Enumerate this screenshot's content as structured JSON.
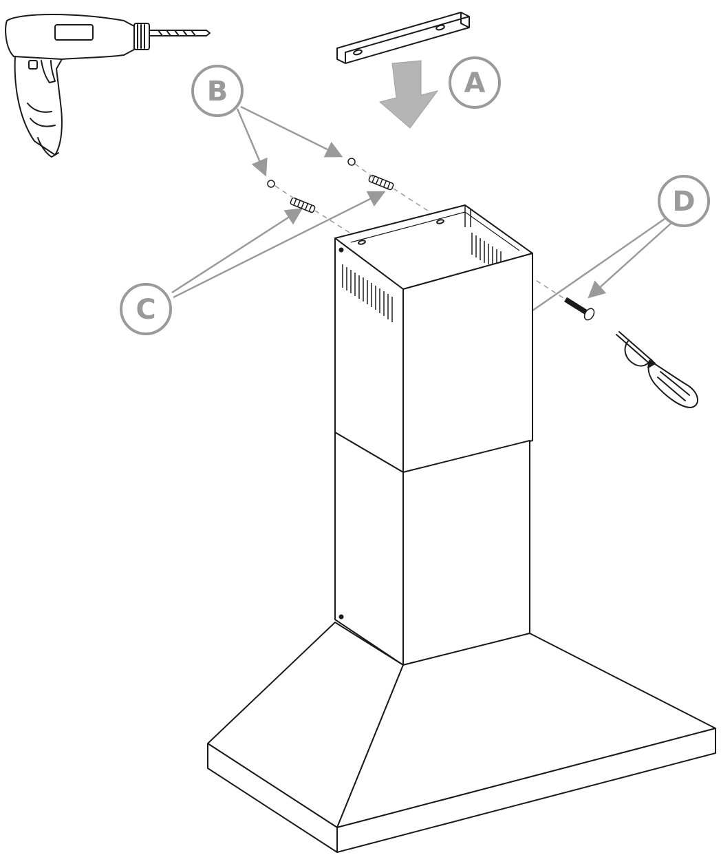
{
  "diagram": {
    "callouts": [
      {
        "id": "A",
        "label": "A",
        "refers_to": "wall-bracket"
      },
      {
        "id": "B",
        "label": "B",
        "refers_to": "drill-holes"
      },
      {
        "id": "C",
        "label": "C",
        "refers_to": "wall-plugs"
      },
      {
        "id": "D",
        "label": "D",
        "refers_to": "screws"
      }
    ],
    "components": [
      "power-drill-icon",
      "wall-bracket",
      "drill-holes",
      "wall-plugs",
      "screws",
      "screwdriver-icon",
      "upper-chimney",
      "lower-chimney",
      "hood-canopy"
    ],
    "colors": {
      "line": "#1a1a1a",
      "callout": "#9a9a9a",
      "arrow_fill": "#b5b5b5",
      "background": "#ffffff"
    }
  }
}
